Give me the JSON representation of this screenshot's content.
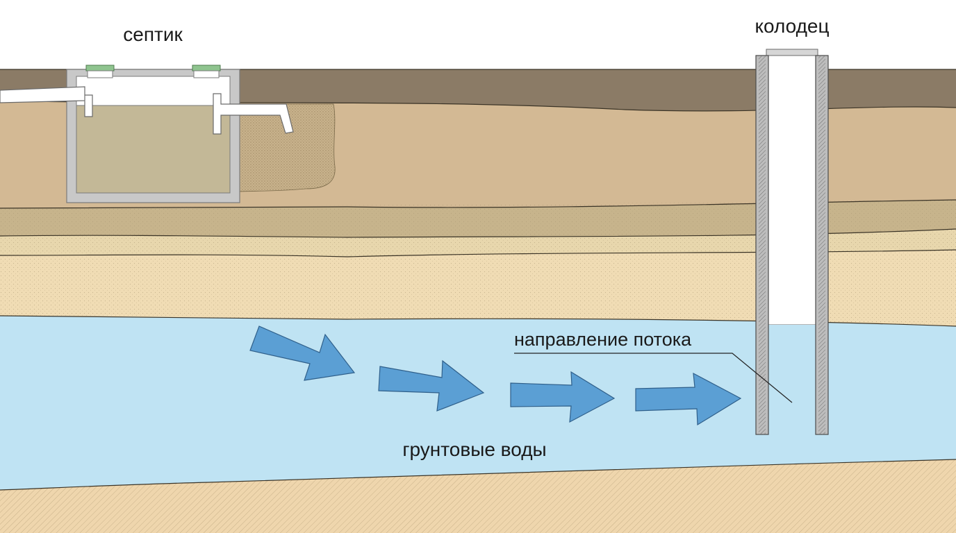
{
  "labels": {
    "septic": "септик",
    "well": "колодец",
    "flow_direction": "направление потока",
    "groundwater": "грунтовые воды"
  },
  "colors": {
    "topsoil": "#8b7b66",
    "loam": "#d3b994",
    "clay_layer": "#c7b48c",
    "sand_light": "#e8d7ad",
    "sand": "#f0dcb4",
    "groundwater": "#bfe3f3",
    "bottom_sand": "#efd6ad",
    "arrow": "#5b9fd4",
    "tank_wall": "#c8c8c8",
    "tank_liquid": "#c3b897",
    "contamination": "#c8b28c",
    "lid": "#8fc48f",
    "casing": "#9a9a9a"
  },
  "icons": {
    "flow_arrow": "right-arrow-icon"
  }
}
